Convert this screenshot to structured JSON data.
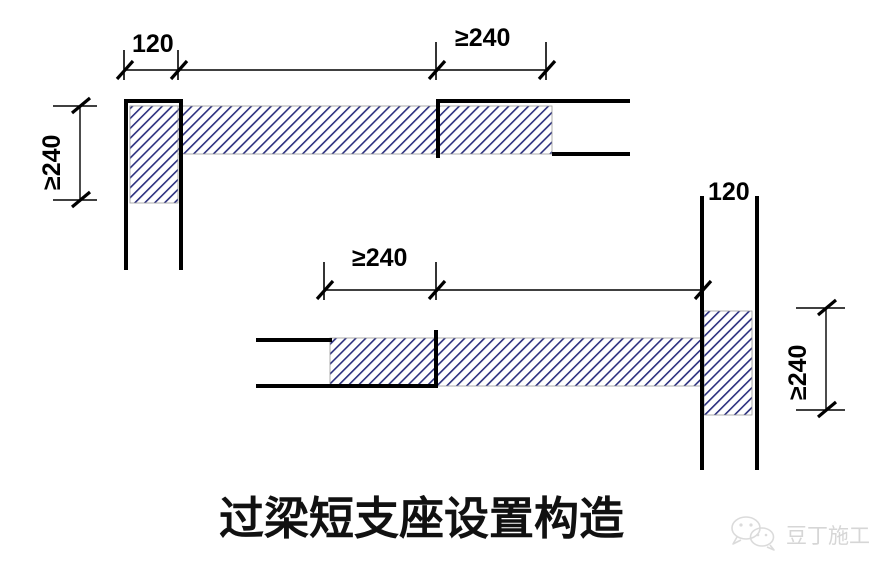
{
  "figure": {
    "title": "过梁短支座设置构造",
    "domain_note": "construction detail drawing",
    "colors": {
      "line": "#000000",
      "hatch": "#2b2f7e",
      "hatch_bg": "#ffffff",
      "watermark": "#c9c9c9"
    }
  },
  "upper_detail": {
    "name": "lintel-short-bearing-left",
    "dimensions": {
      "bearing_width": "120",
      "lintel_extension": "≥240",
      "lintel_depth": "≥240"
    }
  },
  "lower_detail": {
    "name": "lintel-short-bearing-right",
    "dimensions": {
      "lintel_extension": "≥240",
      "bearing_width": "120",
      "lintel_depth": "≥240"
    }
  },
  "watermark": {
    "icon": "wechat-icon",
    "label": "豆丁施工"
  }
}
